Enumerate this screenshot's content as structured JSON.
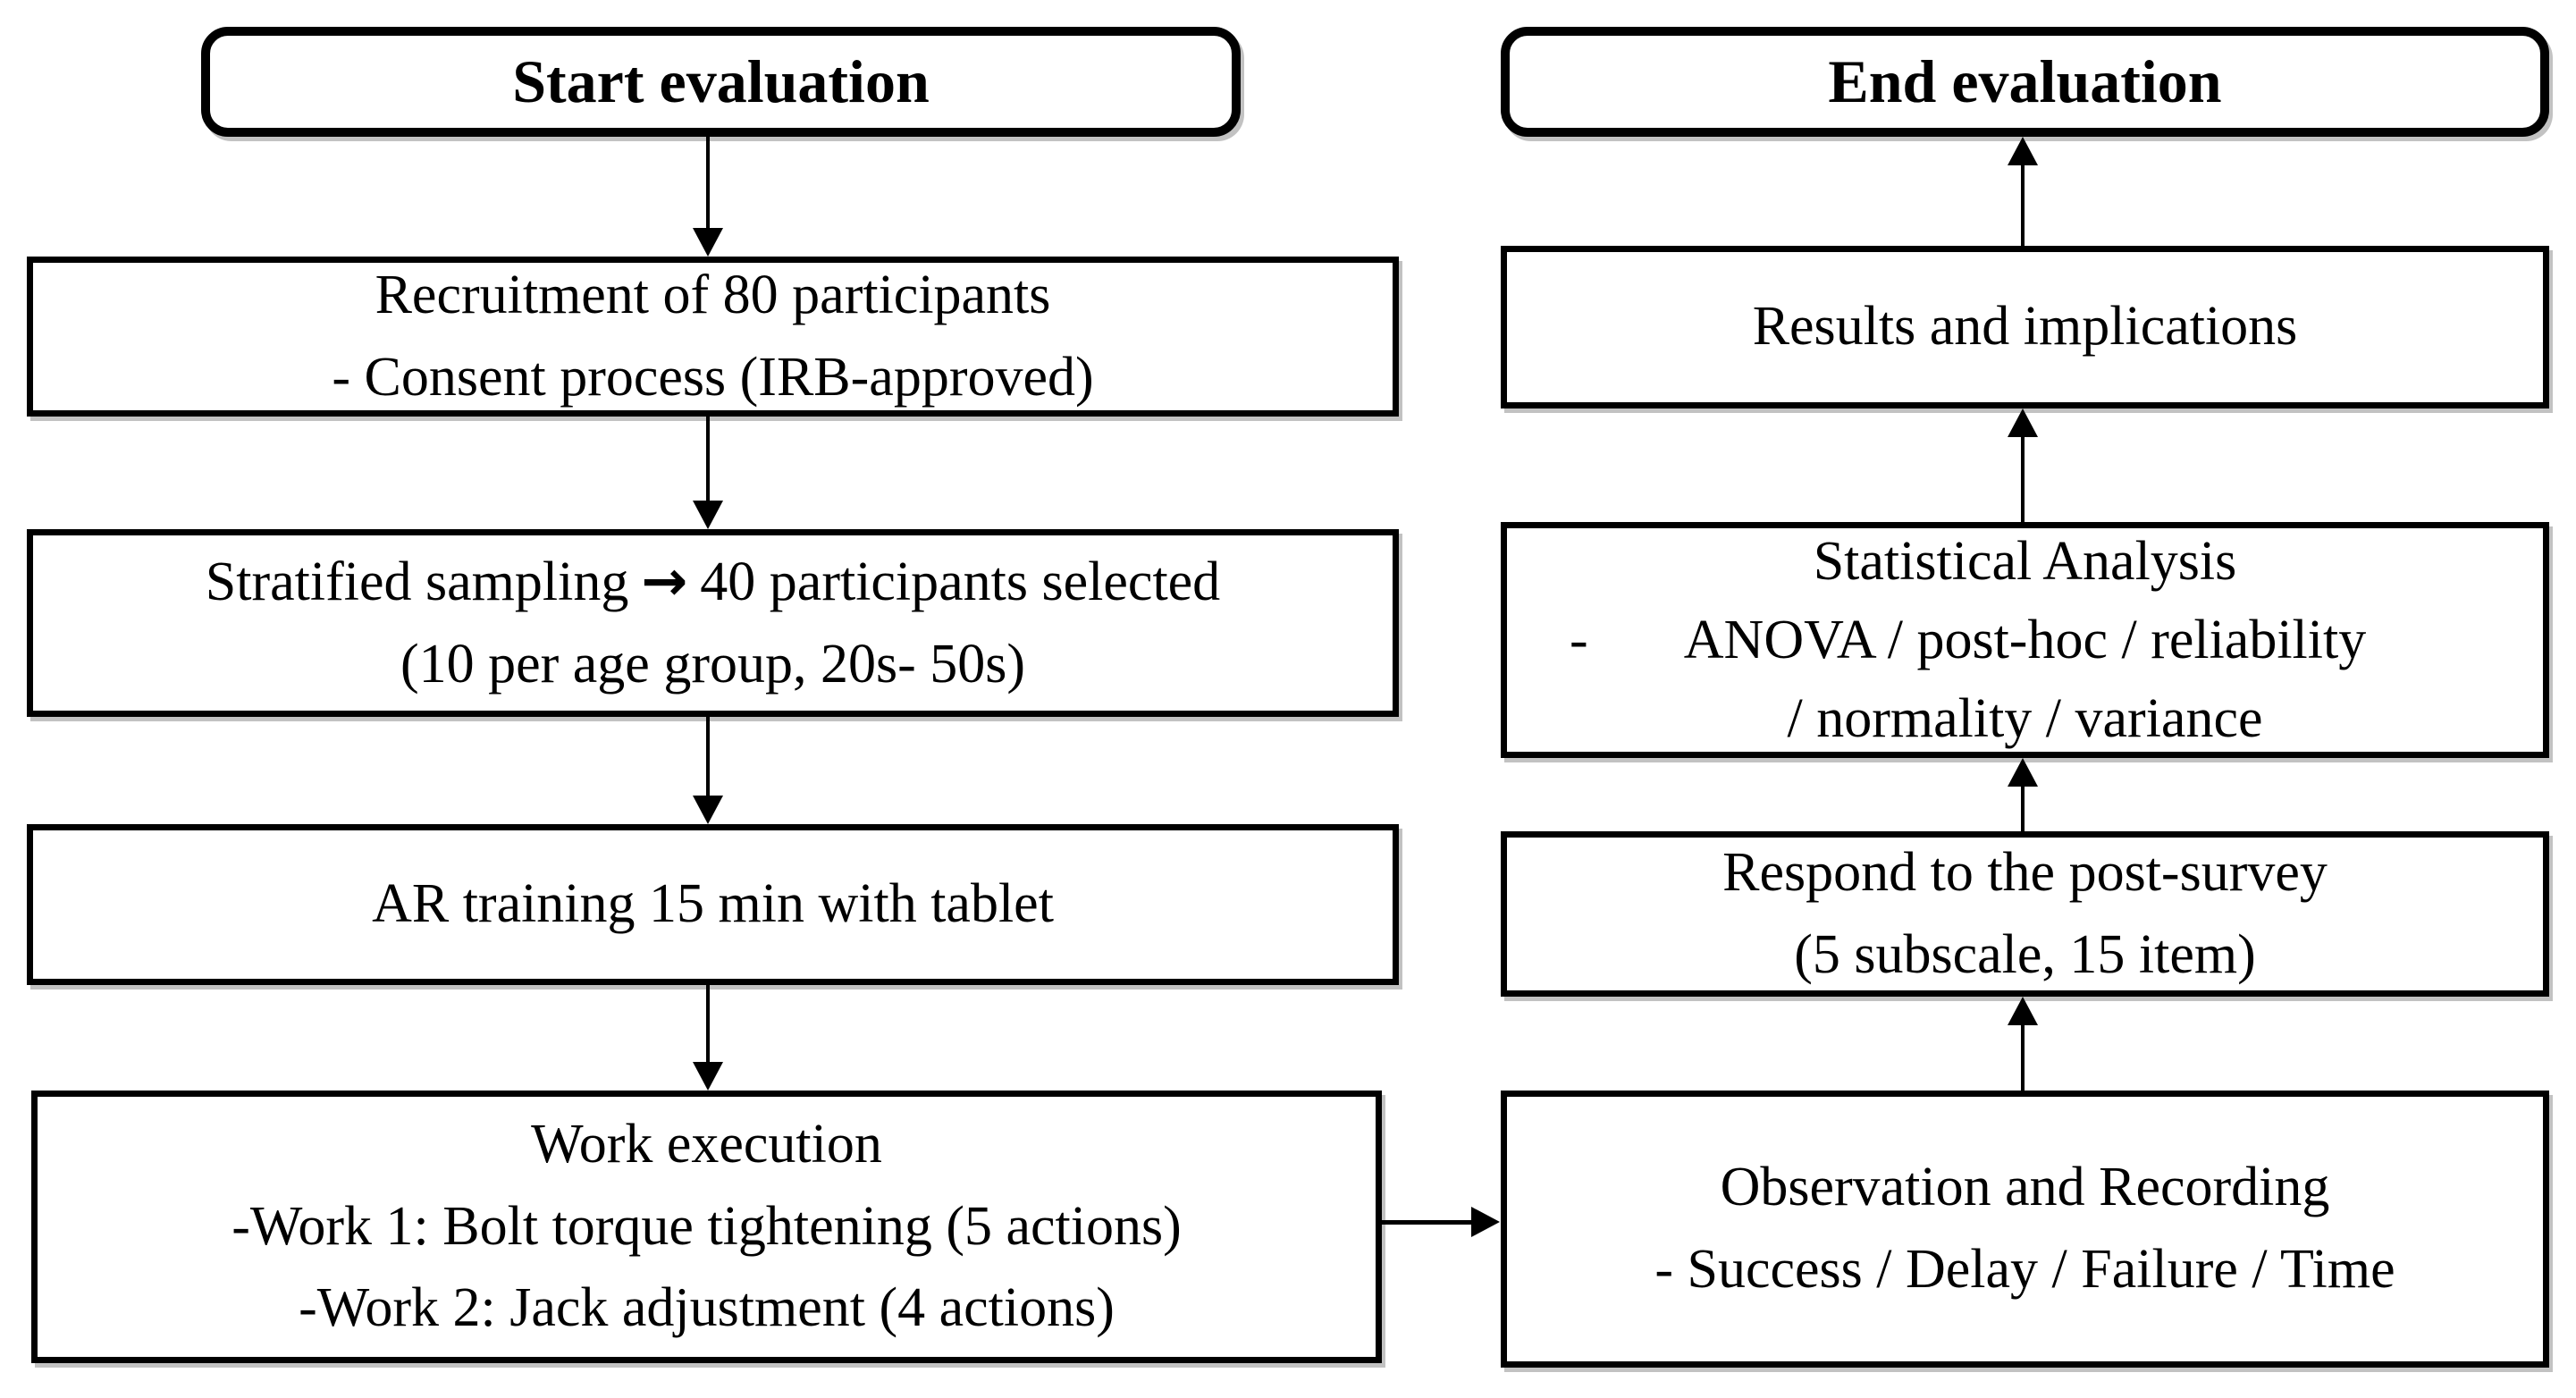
{
  "colors": {
    "background": "#ffffff",
    "box_border": "#000000",
    "text": "#000000"
  },
  "flow": {
    "start": {
      "label": "Start evaluation"
    },
    "end": {
      "label": "End evaluation"
    },
    "recruitment": {
      "line1": "Recruitment of 80 participants",
      "line2": "- Consent process (IRB-approved)"
    },
    "stratified": {
      "line1_pre": "Stratified sampling",
      "line1_arrow": "→",
      "line1_post": "40 participants selected",
      "line2": "(10 per age group, 20s- 50s)"
    },
    "ar_training": {
      "line1": "AR training 15 min with tablet"
    },
    "work_execution": {
      "line1": "Work execution",
      "line2": "-Work 1: Bolt torque tightening (5 actions)",
      "line3": "-Work 2: Jack adjustment (4 actions)"
    },
    "results": {
      "line1": "Results and implications"
    },
    "statistical": {
      "line1": "Statistical Analysis",
      "line2_dash": "-",
      "line2": "ANOVA / post-hoc / reliability",
      "line3": "/ normality / variance"
    },
    "post_survey": {
      "line1": "Respond to the post-survey",
      "line2": "(5 subscale, 15 item)"
    },
    "observation": {
      "line1": "Observation and Recording",
      "line2": "- Success / Delay / Failure / Time"
    }
  }
}
